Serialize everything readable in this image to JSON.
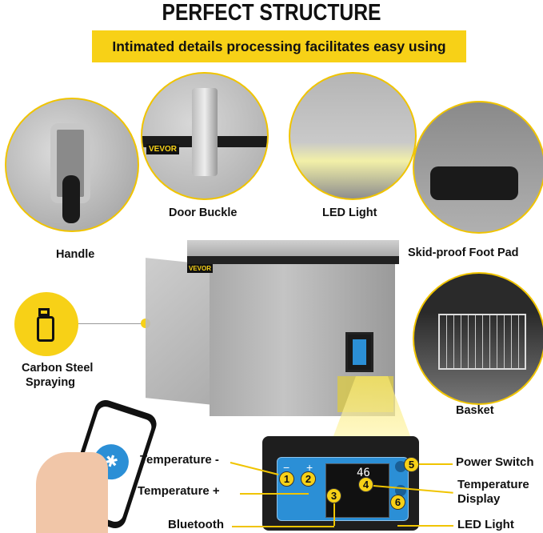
{
  "header": {
    "title": "PERFECT STRUCTURE",
    "subtitle": "Intimated details processing facilitates easy using"
  },
  "features": {
    "handle": "Handle",
    "door_buckle": "Door Buckle",
    "led_light": "LED Light",
    "foot_pad": "Skid-proof Foot Pad",
    "carbon_steel_line1": "Carbon Steel",
    "carbon_steel_line2": "Spraying",
    "basket": "Basket"
  },
  "brand": "VEVOR",
  "control_panel": {
    "display_value": "46",
    "callouts": [
      {
        "num": "1",
        "label": "Temperature -"
      },
      {
        "num": "2",
        "label": "Temperature +"
      },
      {
        "num": "3",
        "label": "Bluetooth"
      },
      {
        "num": "4",
        "label_line1": "Temperature",
        "label_line2": "Display"
      },
      {
        "num": "5",
        "label": "Power Switch"
      },
      {
        "num": "6",
        "label": "LED Light"
      }
    ]
  },
  "colors": {
    "accent": "#f7d117",
    "panel_blue": "#2b8fd6"
  }
}
